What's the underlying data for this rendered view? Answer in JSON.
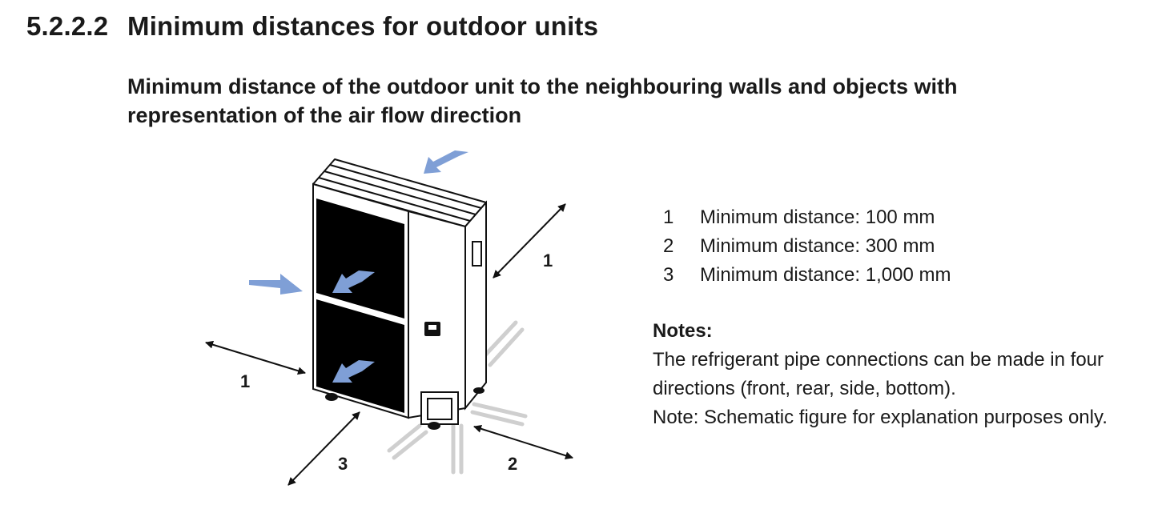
{
  "section": {
    "number": "5.2.2.2",
    "title": "Minimum distances for outdoor units"
  },
  "subheading": {
    "line1": "Minimum distance of the outdoor unit to the neighbouring walls and objects with",
    "line2": "representation of the air flow direction"
  },
  "figure": {
    "callouts": {
      "right": "1",
      "left": "1",
      "front": "3",
      "side": "2"
    },
    "colors": {
      "airflow": "#7f9fd6",
      "unit_outline": "#111111",
      "grille": "#000000",
      "pipe": "#cfcfcf"
    }
  },
  "legend": [
    {
      "num": "1",
      "text": "Minimum distance: 100 mm"
    },
    {
      "num": "2",
      "text": "Minimum distance: 300 mm"
    },
    {
      "num": "3",
      "text": "Minimum distance: 1,000 mm"
    }
  ],
  "notes": {
    "title": "Notes:",
    "line1": "The refrigerant pipe connections can be made in four",
    "line2": "directions (front, rear, side, bottom).",
    "line3": "Note: Schematic figure for explanation purposes only."
  }
}
